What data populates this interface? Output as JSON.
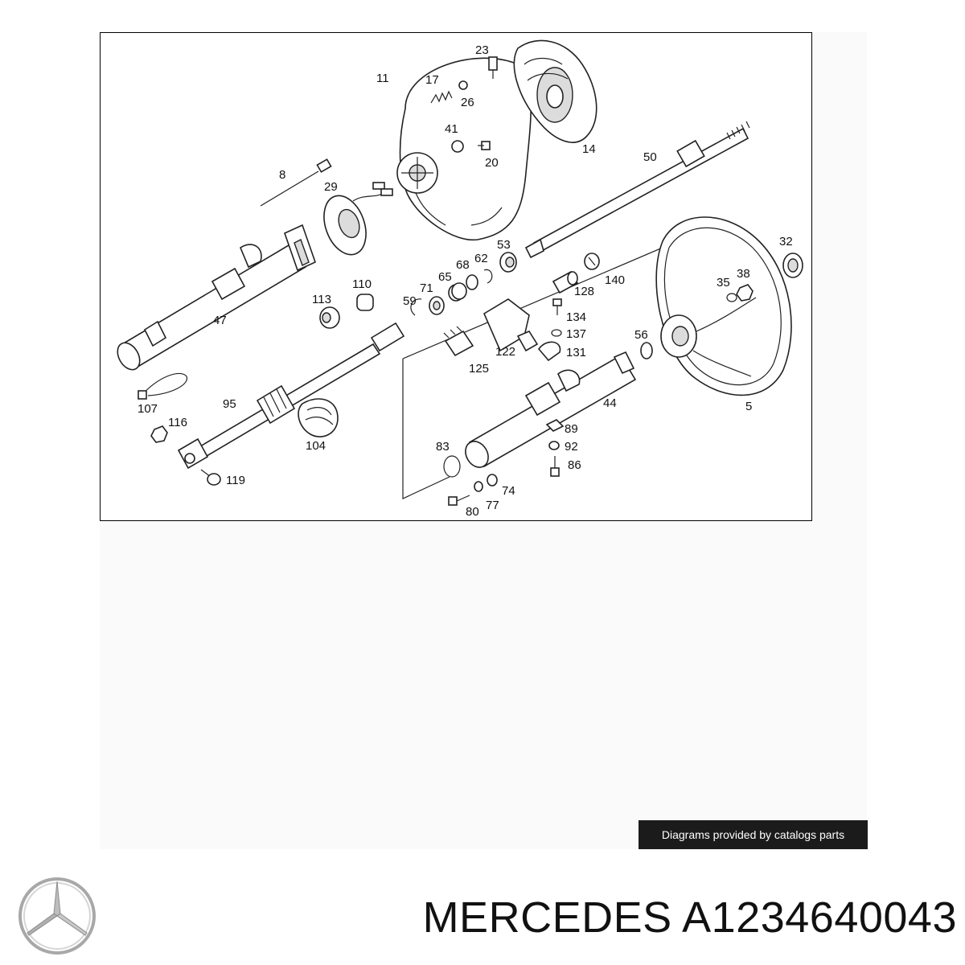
{
  "credit": "Diagrams provided by catalogs parts",
  "part_number": "MERCEDES A1234640043",
  "logo_icon": "mercedes-star-icon",
  "callouts": {
    "c23": "23",
    "c11": "11",
    "c17": "17",
    "c26": "26",
    "c41": "41",
    "c20": "20",
    "c14": "14",
    "c50": "50",
    "c8": "8",
    "c29": "29",
    "c53": "53",
    "c62": "62",
    "c68": "68",
    "c65": "65",
    "c71": "71",
    "c59": "59",
    "c32": "32",
    "c38": "38",
    "c35": "35",
    "c128": "128",
    "c140": "140",
    "c134": "134",
    "c137": "137",
    "c131": "131",
    "c122": "122",
    "c125": "125",
    "c56": "56",
    "c113": "113",
    "c110": "110",
    "c47": "47",
    "c107": "107",
    "c95": "95",
    "c116": "116",
    "c104": "104",
    "c119": "119",
    "c44": "44",
    "c5": "5",
    "c89": "89",
    "c92": "92",
    "c86": "86",
    "c83": "83",
    "c74": "74",
    "c77": "77",
    "c80": "80"
  }
}
